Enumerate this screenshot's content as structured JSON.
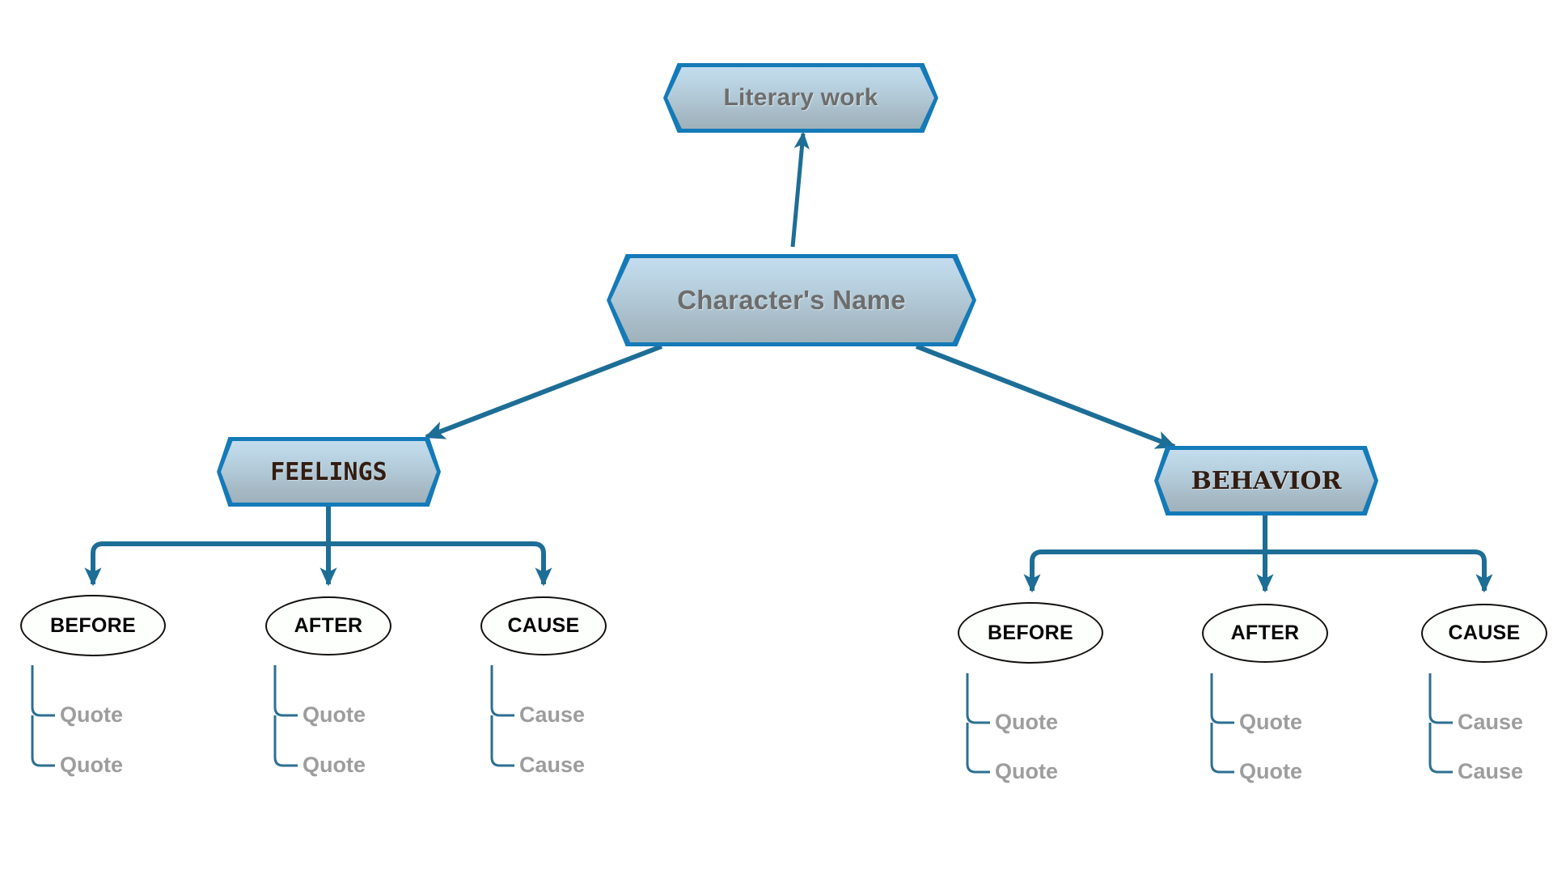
{
  "diagram": {
    "title_node": {
      "label": "Literary work"
    },
    "root_node": {
      "label": "Character's Name"
    },
    "branches": [
      {
        "id": "feelings",
        "label": "FEELINGS",
        "children": [
          {
            "label": "BEFORE",
            "leaves": [
              "Quote",
              "Quote"
            ]
          },
          {
            "label": "AFTER",
            "leaves": [
              "Quote",
              "Quote"
            ]
          },
          {
            "label": "CAUSE",
            "leaves": [
              "Cause",
              "Cause"
            ]
          }
        ]
      },
      {
        "id": "behavior",
        "label": "BEHAVIOR",
        "children": [
          {
            "label": "BEFORE",
            "leaves": [
              "Quote",
              "Quote"
            ]
          },
          {
            "label": "AFTER",
            "leaves": [
              "Quote",
              "Quote"
            ]
          },
          {
            "label": "CAUSE",
            "leaves": [
              "Cause",
              "Cause"
            ]
          }
        ]
      }
    ]
  },
  "colors": {
    "connector": "#1d6e96",
    "node_border": "#147ab8",
    "node_fill_top": "#c4dced",
    "node_fill_bottom": "#9fb2bc",
    "gray_text": "#6d6d6d",
    "brown_text": "#321d12",
    "leaf_text": "#9d9d9d",
    "ellipse_border": "#12100e",
    "background": "#ffffff"
  }
}
